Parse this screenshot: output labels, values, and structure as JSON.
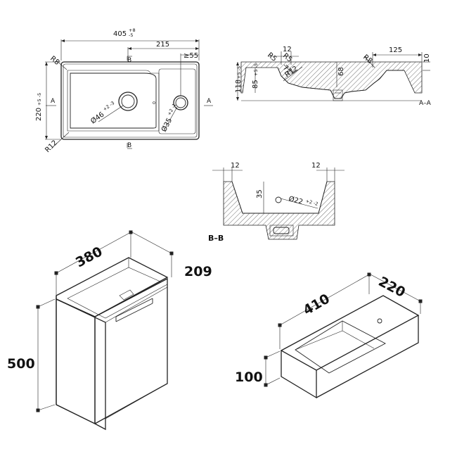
{
  "top_view": {
    "width": "405",
    "width_tol_upper": "+8",
    "width_tol_lower": "-5",
    "offset": "215",
    "edge": "≥55",
    "height": "220",
    "height_tol": "+5 -5",
    "radius_outer": "R8",
    "radius_corner": "R12",
    "drain": "Ø46",
    "drain_tol": "+2 -3",
    "tap": "Ø35",
    "tap_tol": "+2 -1",
    "section_a": "A",
    "section_b": "B"
  },
  "section_aa": {
    "r5_a": "R5",
    "r5_b": "R5",
    "gap": "12",
    "angle": "72°",
    "r12": "R12",
    "r8": "R8",
    "rim": "125",
    "rim_thk": "10",
    "height": "118",
    "height_tol": "+5 -5",
    "inner": "85",
    "inner_tol": "+5 -5",
    "depth": "68",
    "title": "A–A"
  },
  "section_bb": {
    "left_wall": "12",
    "right_wall": "12",
    "depth": "35",
    "drain": "Ø22",
    "drain_tol": "+2 -2",
    "title": "B–B"
  },
  "cabinet": {
    "width": "380",
    "depth": "209",
    "height": "500"
  },
  "basin_3d": {
    "width": "410",
    "depth": "220",
    "height": "100"
  }
}
